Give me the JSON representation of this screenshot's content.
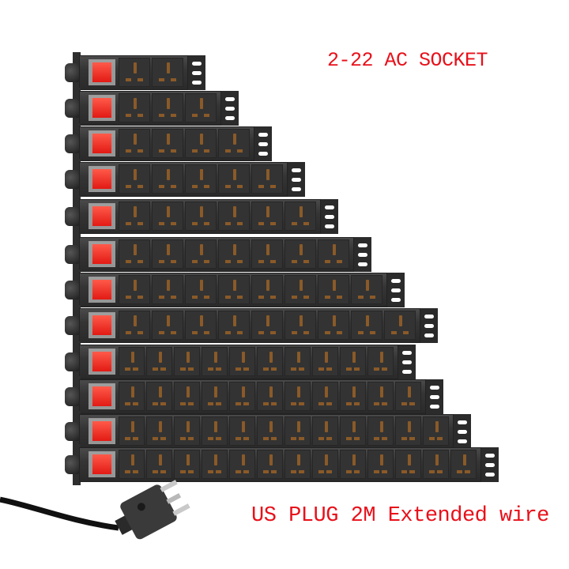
{
  "title": "2-22 AC SOCKET",
  "plug_caption": "US PLUG 2M Extended wire",
  "colors": {
    "caption": "#e8101a",
    "switch": "#e21a14",
    "strip": "#333333",
    "contact": "#8a5a28"
  },
  "strips": [
    {
      "sockets": 2
    },
    {
      "sockets": 3
    },
    {
      "sockets": 4
    },
    {
      "sockets": 5
    },
    {
      "sockets": 6
    },
    {
      "sockets": 7
    },
    {
      "sockets": 8
    },
    {
      "sockets": 9
    },
    {
      "sockets": 10
    },
    {
      "sockets": 11
    },
    {
      "sockets": 12
    },
    {
      "sockets": 13
    }
  ],
  "icons": [
    "red-rocker-switch-icon",
    "universal-socket-icon",
    "us-plug-icon"
  ]
}
